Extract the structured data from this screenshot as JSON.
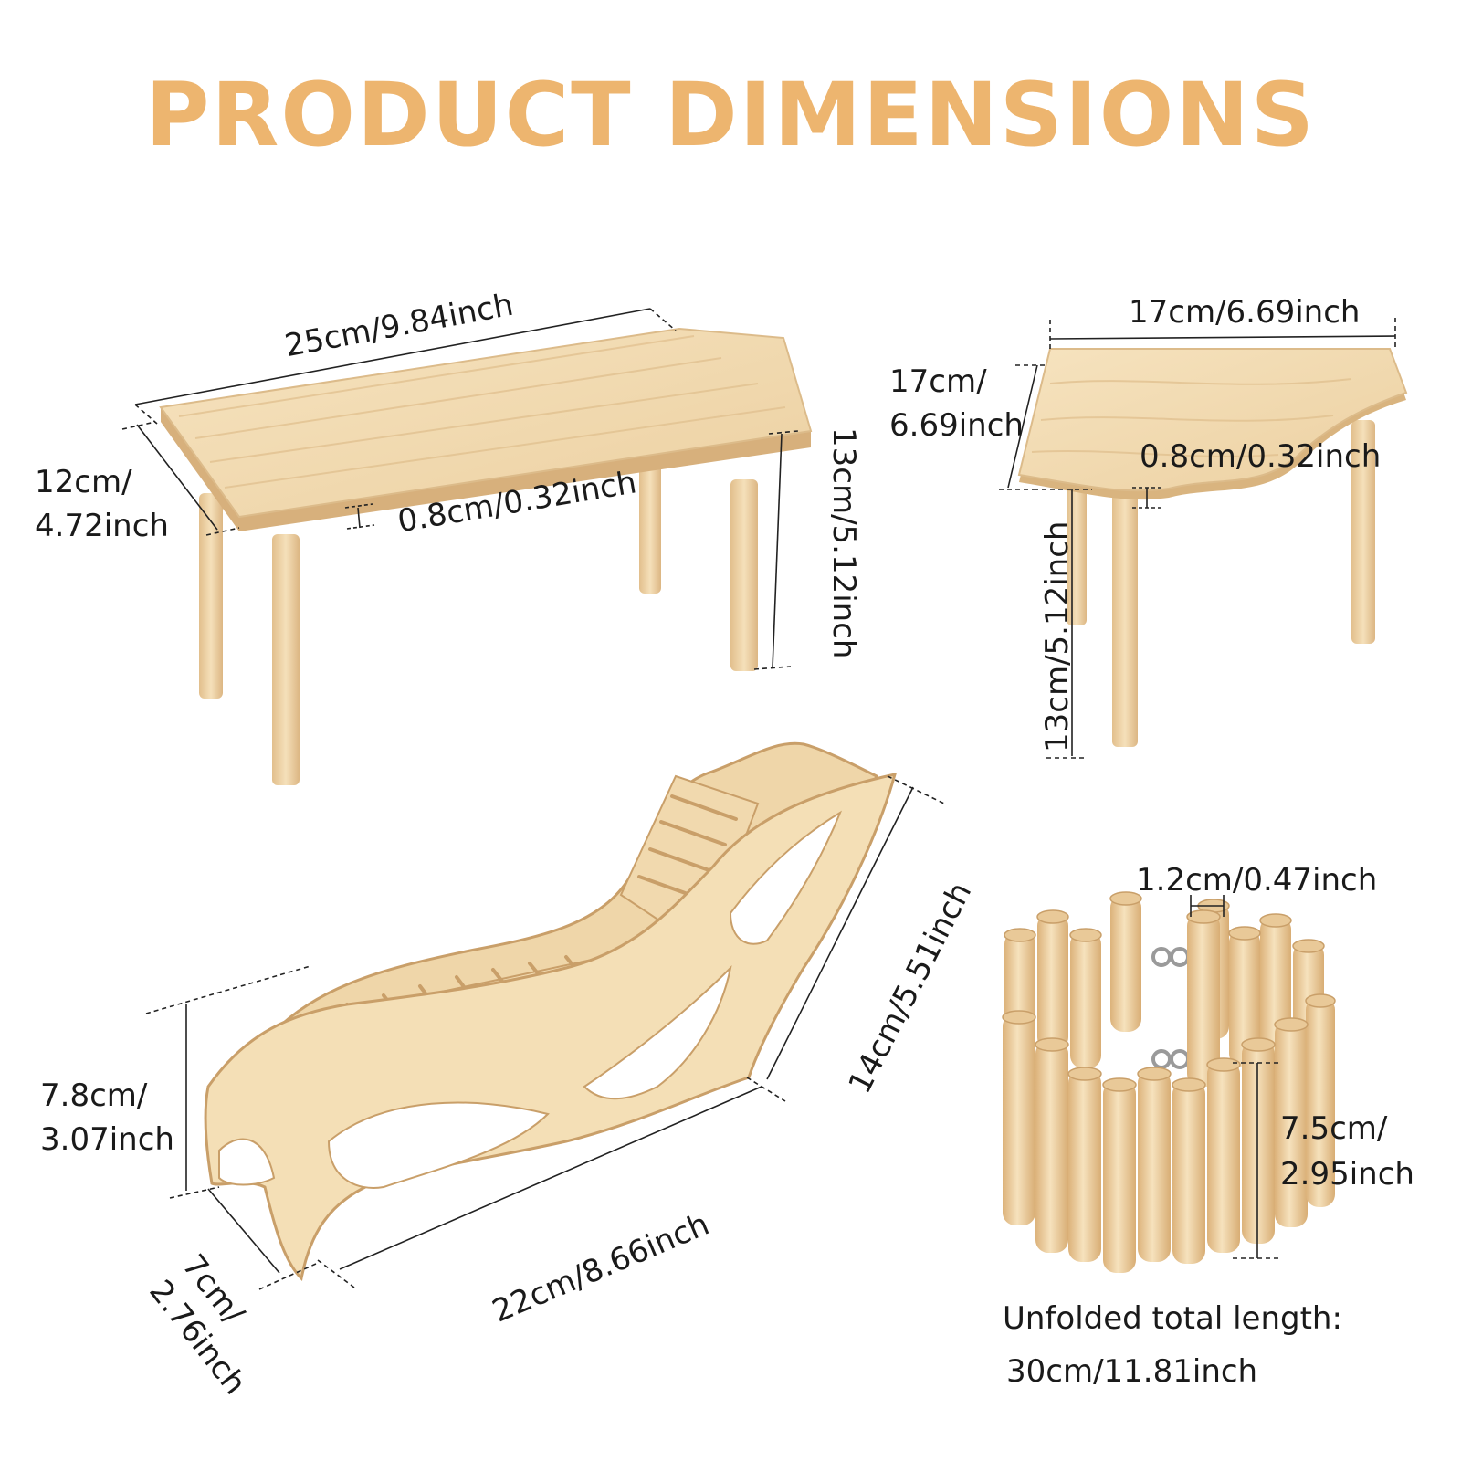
{
  "title": "PRODUCT DIMENSIONS",
  "colors": {
    "title": "#edb56f",
    "wood_light": "#f3dcb2",
    "wood_mid": "#e9c998",
    "wood_dark": "#caa06a",
    "text": "#1a1a1a"
  },
  "table": {
    "length": "25cm/9.84inch",
    "width_line1": "12cm/",
    "width_line2": "4.72inch",
    "thickness": "0.8cm/0.32inch",
    "height": "13cm/5.12inch"
  },
  "corner_table": {
    "side_a": "17cm/6.69inch",
    "side_b_line1": "17cm/",
    "side_b_line2": "6.69inch",
    "thickness": "0.8cm/0.32inch",
    "height": "13cm/5.12inch"
  },
  "lounge_chair": {
    "height_line1": "7.8cm/",
    "height_line2": "3.07inch",
    "width_line1": "7cm/",
    "width_line2": "2.76inch",
    "length": "22cm/8.66inch",
    "depth": "14cm/5.51inch"
  },
  "fence": {
    "stick_diameter": "1.2cm/0.47inch",
    "height_line1": "7.5cm/",
    "height_line2": "2.95inch",
    "unfolded_label": "Unfolded total length:",
    "unfolded_value": "30cm/11.81inch"
  }
}
